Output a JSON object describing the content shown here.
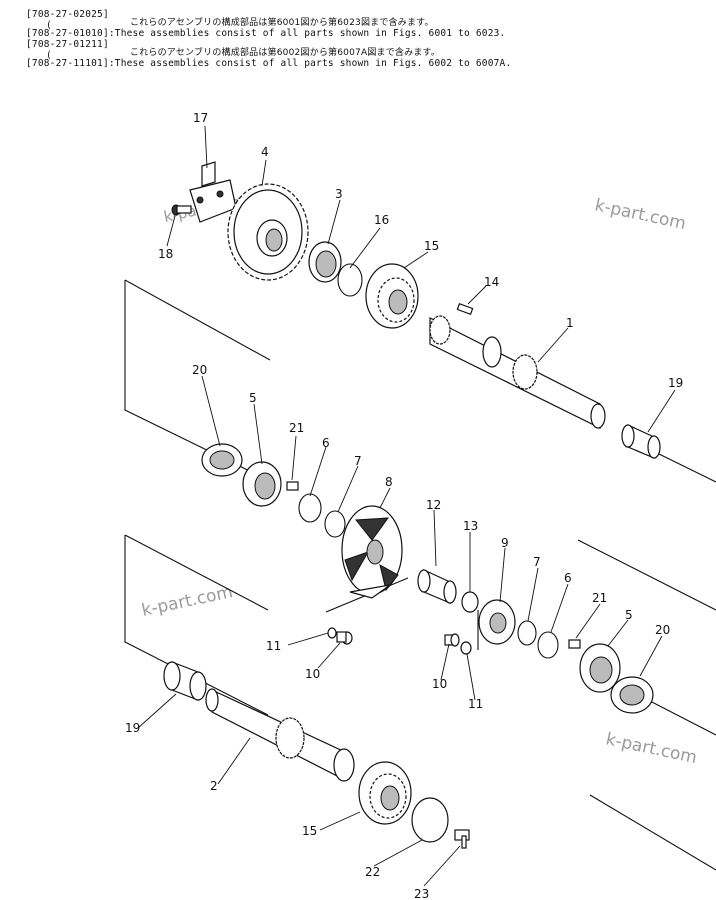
{
  "header": {
    "line1": "[708-27-02025]",
    "line2": "(",
    "line3": "[708-27-01010]:These assemblies consist of all parts shown in Figs. 6001 to 6023.",
    "line3_jp": "これらのアセンブリの構成部品は第6001図から第6023図まで含みます。",
    "line4": "[708-27-01211]",
    "line5": "(",
    "line6": "[708-27-11101]:These assemblies consist of all parts shown in Figs. 6002 to 6007A.",
    "line6_jp": "これらのアセンブリの構成部品は第6002図から第6007A図まで含みます。"
  },
  "watermark": "k-part.com",
  "labels": {
    "n1": "1",
    "n2": "2",
    "n3": "3",
    "n4": "4",
    "n5a": "5",
    "n5b": "5",
    "n6a": "6",
    "n6b": "6",
    "n7a": "7",
    "n7b": "7",
    "n8": "8",
    "n9": "9",
    "n10a": "10",
    "n10b": "10",
    "n11a": "11",
    "n11b": "11",
    "n12": "12",
    "n13": "13",
    "n14": "14",
    "n15a": "15",
    "n15b": "15",
    "n16": "16",
    "n17": "17",
    "n18": "18",
    "n19a": "19",
    "n19b": "19",
    "n20a": "20",
    "n20b": "20",
    "n21a": "21",
    "n21b": "21",
    "n22": "22",
    "n23": "23"
  }
}
